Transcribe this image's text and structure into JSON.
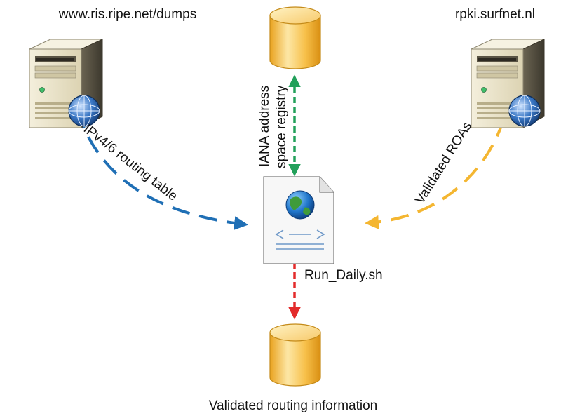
{
  "labels": {
    "left_server": "www.ris.ripe.net/dumps",
    "right_server": "rpki.surfnet.nl",
    "left_flow": "IPv4/6 routing table",
    "right_flow": "Validated ROAs",
    "top_flow_line1": "IANA address",
    "top_flow_line2": "space registry",
    "script_name": "Run_Daily.sh",
    "output": "Validated routing information"
  },
  "icons": {
    "left_server": "server-with-globe-icon",
    "right_server": "server-with-globe-icon",
    "top_database": "database-cylinder-icon",
    "bottom_database": "database-cylinder-icon",
    "script_file": "script-document-icon"
  },
  "colors": {
    "left_flow": "#1f6fb5",
    "right_flow": "#f4b631",
    "top_flow": "#22a05a",
    "bottom_flow": "#e32b2b",
    "database_fill": "#f7c04a",
    "database_light": "#fde7a6",
    "server_body": "#e9e2c8"
  }
}
